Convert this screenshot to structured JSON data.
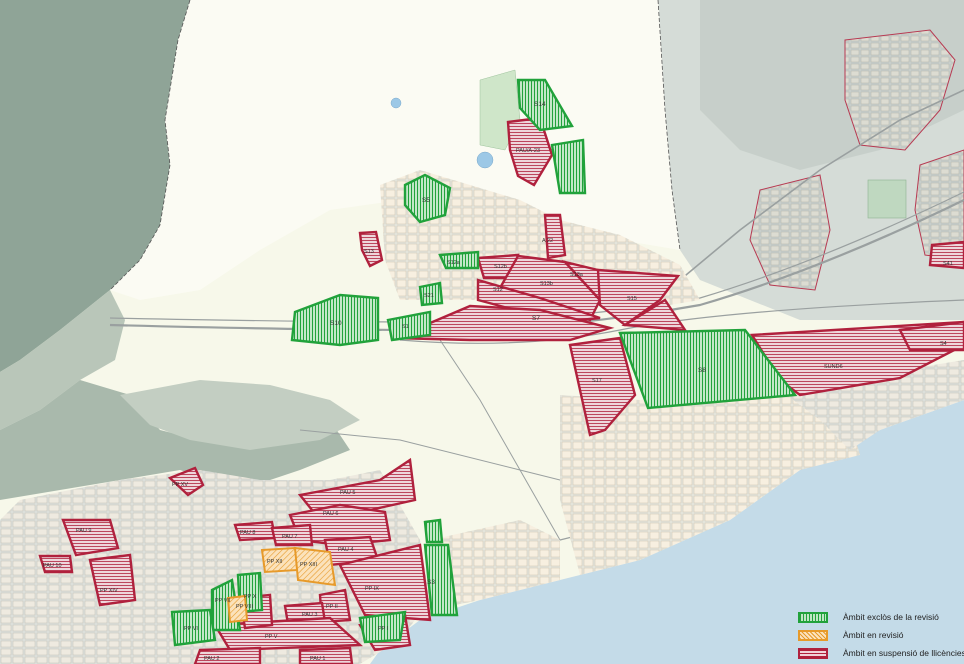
{
  "colors": {
    "green_hatch": "#21a23b",
    "orange_hatch": "#e79a2a",
    "red_hatch": "#b0213d",
    "sea": "#c4dbe8",
    "land": "#f7f8ea",
    "terrain": "#8fa89b"
  },
  "sectors": {
    "s14": "S14",
    "pau_a23": "PAU/A-23",
    "s5": "S5",
    "s13": "S13",
    "a22": "A 22",
    "s12a": "S12a",
    "s12b": "S12b",
    "s13b": "S13b",
    "s13a": "S13a",
    "s12": "S12",
    "s15": "S15",
    "s21": "S21",
    "s10": "S10",
    "s1": "S1",
    "s7": "S7",
    "s8": "S8",
    "s17": "S17",
    "sund6": "SUND6",
    "s4": "S4",
    "s41": "S41",
    "s3": "S3"
  },
  "plans": {
    "pp_xv": "PP XV",
    "pau9": "PAU 9",
    "pau10": "PAU 10",
    "pp_xiv": "PP XIV",
    "pau5": "PAU 5",
    "pau6": "PAU 6",
    "pau8": "PAU 8",
    "pau7": "PAU 7",
    "pau4": "PAU 4",
    "pp_xii": "PP XII",
    "pp_xiii": "PP XIII",
    "pp_ix": "PP IX",
    "pp_vii": "PP VII",
    "pp_x": "PP X",
    "pp_viii": "PP VIII",
    "pp_vi": "PP VI",
    "pp_v": "PP V",
    "pau3": "PAU 3",
    "pp_ii": "PP II",
    "pau2": "PAU 2",
    "pp_i": "PP I",
    "pau1": "PAU 1"
  },
  "legend": {
    "excluded": "Àmbit exclòs de la revisió",
    "review": "Àmbit en revisió",
    "suspension": "Àmbit en suspensió de llicències"
  }
}
